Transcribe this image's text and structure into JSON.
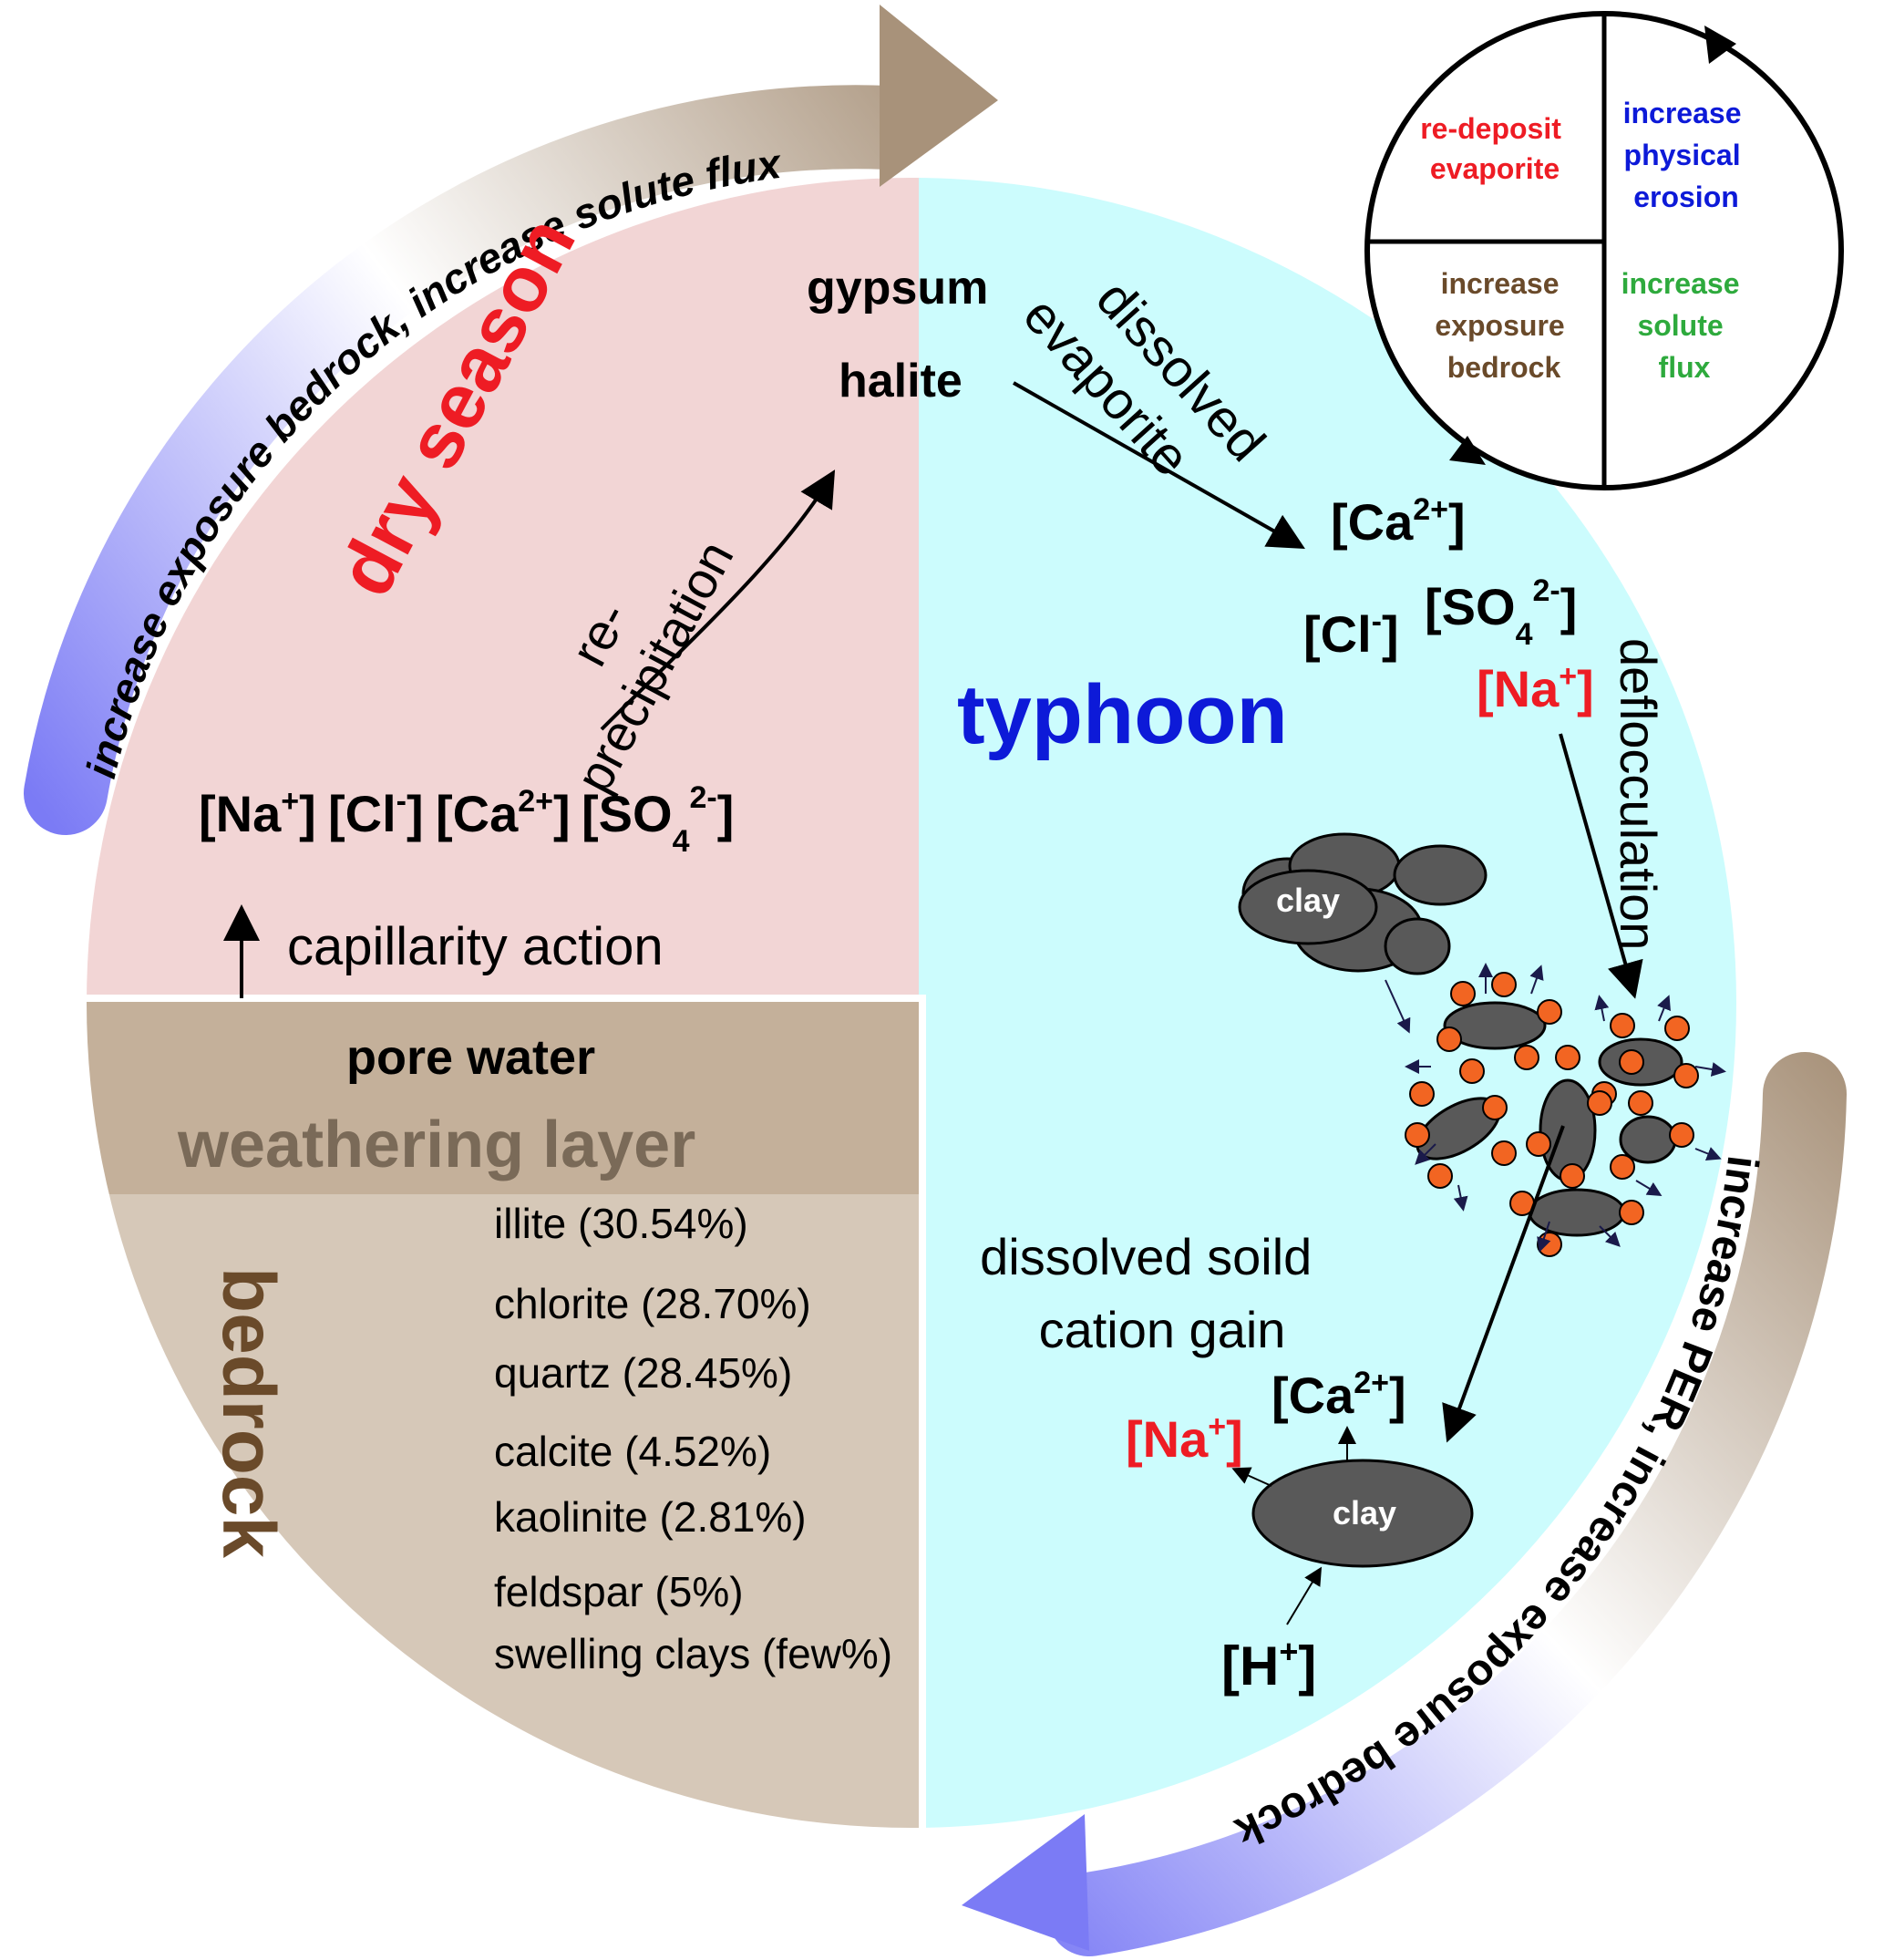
{
  "colors": {
    "dry_season_fill": "#f2d5d5",
    "typhoon_fill": "#ccfcfd",
    "weathering_fill": "#c4b09a",
    "bedrock_fill": "#d6c8b8",
    "dry_season_text": "#ee1c24",
    "typhoon_text": "#0d1ad8",
    "weathering_text": "#7a6a58",
    "bedrock_text": "#6a4a2a",
    "clay_fill": "#595959",
    "cation_fill": "#f26522",
    "na_red": "#ee1c24",
    "legend_red": "#ee1c24",
    "legend_blue": "#0d1ad8",
    "legend_brown": "#6a4a2a",
    "legend_green": "#2eaa3d",
    "arrow_blue": "#7b7bf5",
    "arrow_brown": "#a8927a"
  },
  "top_arrow": {
    "text_a": "increase exposure bedrock, increase solute ",
    "text_b": "flux"
  },
  "bottom_arrow": {
    "text": "increase PER, increase exposure bedrock"
  },
  "legend": {
    "q1": [
      "re-deposit",
      "evaporite"
    ],
    "q2": [
      "increase",
      "physical",
      "erosion"
    ],
    "q3": [
      "increase",
      "exposure",
      "bedrock"
    ],
    "q4": [
      "increase",
      "solute",
      "flux"
    ]
  },
  "dry": {
    "title": "dry season",
    "reprecip": [
      "re-",
      "precipitation"
    ],
    "gypsum": "gypsum",
    "halite": "halite",
    "ions": {
      "na": "[Na",
      "na_sup": "+",
      "na_close": "]",
      "cl": "[Cl",
      "cl_sup": "-",
      "cl_close": "]",
      "ca": "[Ca",
      "ca_sup": "2+",
      "ca_close": "]",
      "so": "[SO",
      "so_sub": "4",
      "so_sup": "2-",
      "so_close": "]"
    },
    "capillarity": "capillarity action"
  },
  "weathering": {
    "pore_water": "pore water",
    "title": "weathering layer"
  },
  "bedrock": {
    "title": "bedrock",
    "minerals": [
      "illite (30.54%)",
      "chlorite (28.70%)",
      "quartz (28.45%)",
      "calcite (4.52%)",
      "kaolinite (2.81%)",
      "feldspar (5%)",
      "swelling clays (few%)"
    ]
  },
  "typhoon": {
    "title": "typhoon",
    "dissolved_evaporite": [
      "dissolved",
      "evaporite"
    ],
    "ca": "[Ca",
    "ca_sup": "2+",
    "ca_close": "]",
    "cl": "[Cl",
    "cl_sup": "-",
    "cl_close": "]",
    "so": "[SO",
    "so_sub": "4",
    "so_sup": "2-",
    "so_close": "]",
    "na": "[Na",
    "na_sup": "+",
    "na_close": "]",
    "deflocculation": "deflocculation",
    "clay_label": "clay",
    "cation_gain": [
      "dissolved soild",
      "cation gain"
    ],
    "clay2_label": "clay",
    "ca2": "[Ca",
    "ca2_sup": "2+",
    "ca2_close": "]",
    "na2": "[Na",
    "na2_sup": "+",
    "na2_close": "]",
    "h": "[H",
    "h_sup": "+",
    "h_close": "]"
  }
}
